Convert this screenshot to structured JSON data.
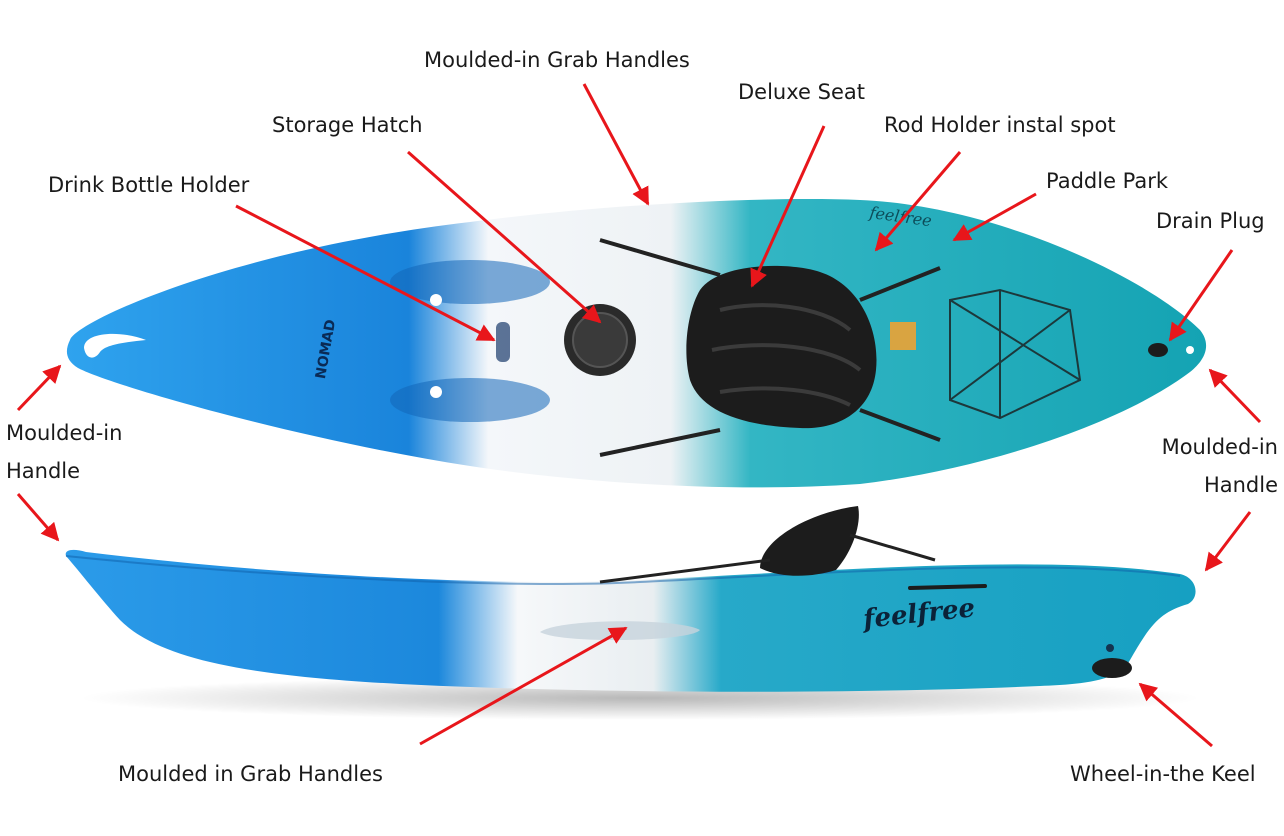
{
  "labels": {
    "grab_handles_top": "Moulded-in Grab Handles",
    "deluxe_seat": "Deluxe Seat",
    "storage_hatch": "Storage Hatch",
    "rod_holder": "Rod Holder instal spot",
    "paddle_park": "Paddle Park",
    "drink_bottle": "Drink Bottle Holder",
    "drain_plug": "Drain Plug",
    "handle_left": {
      "line1": "Moulded-in",
      "line2": "Handle"
    },
    "handle_right": {
      "line1": "Moulded-in",
      "line2": "Handle"
    },
    "grab_handles_bottom": "Moulded in Grab Handles",
    "wheel_keel": "Wheel-in-the Keel"
  },
  "brand": {
    "top_model": "NOMAD",
    "side_logo": "feelfree",
    "top_logo": "feelfree"
  },
  "colors": {
    "arrow": "#e8161b",
    "hull_blue": "#1e8fe0",
    "hull_teal": "#1aa6b7",
    "hull_white": "#f3f6f8",
    "seat": "#1c1c1c"
  }
}
